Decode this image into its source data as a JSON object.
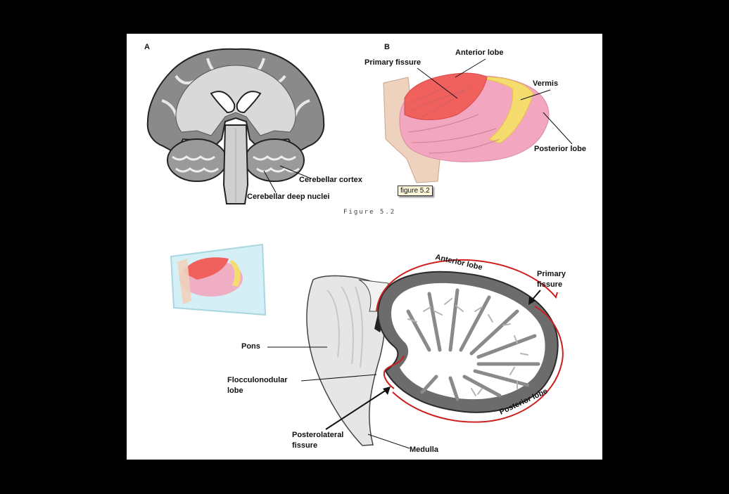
{
  "panelA": {
    "letter": "A",
    "labels": {
      "cortex": "Cerebellar cortex",
      "nuclei": "Cerebellar deep nuclei"
    }
  },
  "panelB": {
    "letter": "B",
    "labels": {
      "primary_fissure": "Primary fissure",
      "anterior_lobe": "Anterior lobe",
      "vermis": "Vermis",
      "posterior_lobe": "Posterior lobe"
    },
    "tag": "figure 5.2",
    "colors": {
      "anterior": "#f0605c",
      "posterior": "#f3a6c0",
      "vermis": "#f5dc6e",
      "stem": "#efd2bd"
    }
  },
  "caption": "Figure 5.2",
  "panelC": {
    "labels": {
      "anterior_lobe": "Anterior lobe",
      "primary_fissure_1": "Primary",
      "primary_fissure_2": "fissure",
      "pons": "Pons",
      "flocculonodular_1": "Flocculonodular",
      "flocculonodular_2": "lobe",
      "posterolateral_1": "Posterolateral",
      "posterolateral_2": "fissure",
      "medulla": "Medulla",
      "posterior_lobe": "Posterior lobe"
    },
    "colors": {
      "outline": "#cc1f1f",
      "cortex": "#555555",
      "white_matter": "#ffffff"
    }
  }
}
